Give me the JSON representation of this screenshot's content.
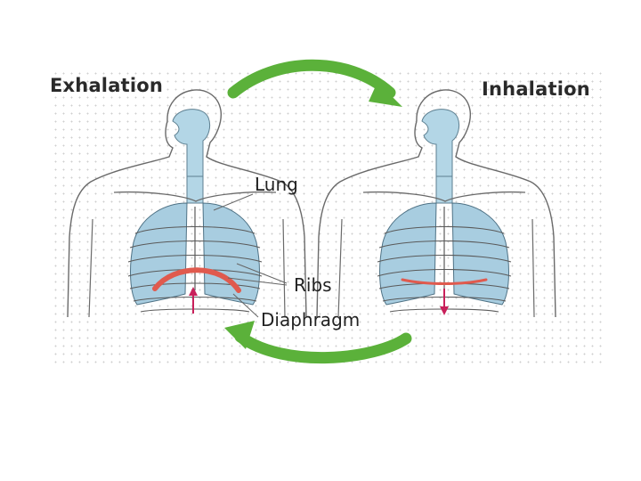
{
  "titles": {
    "exhalation": "Exhalation",
    "inhalation": "Inhalation"
  },
  "labels": {
    "lung": "Lung",
    "ribs": "Ribs",
    "diaphragm": "Diaphragm"
  },
  "colors": {
    "cycle_arrow": "#5bb13a",
    "lung_fill": "#a8cde0",
    "airway_fill": "#b3d6e6",
    "diaphragm": "#e05a4e",
    "movement_arrow": "#c8205a",
    "outline": "#6a6a6a"
  }
}
